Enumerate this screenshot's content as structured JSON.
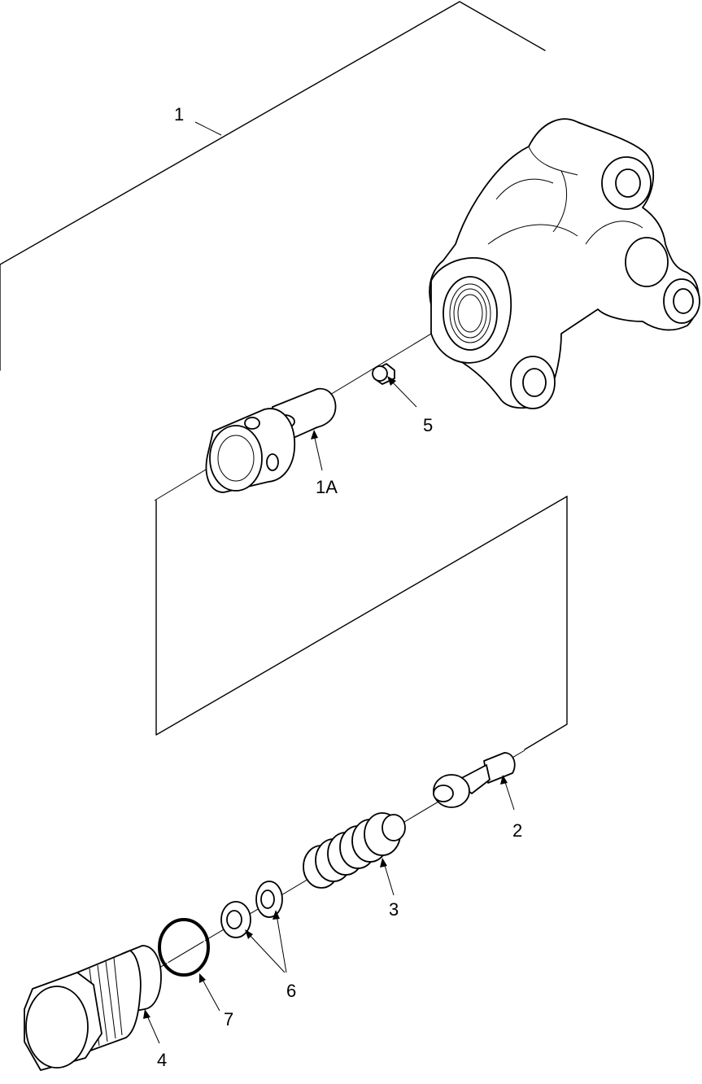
{
  "diagram": {
    "callouts": [
      {
        "id": "callout-1",
        "text": "1"
      },
      {
        "id": "callout-1a",
        "text": "1A"
      },
      {
        "id": "callout-2",
        "text": "2"
      },
      {
        "id": "callout-3",
        "text": "3"
      },
      {
        "id": "callout-4",
        "text": "4"
      },
      {
        "id": "callout-5",
        "text": "5"
      },
      {
        "id": "callout-6",
        "text": "6"
      },
      {
        "id": "callout-7",
        "text": "7"
      }
    ]
  }
}
